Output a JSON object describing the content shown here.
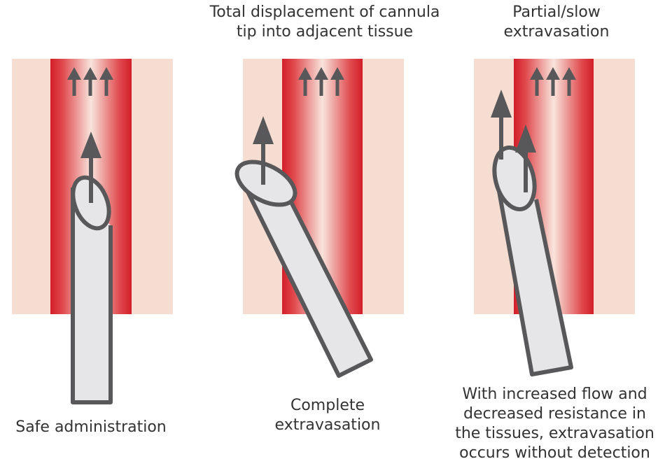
{
  "panels": [
    {
      "id": "safe",
      "top_caption": [],
      "bottom_caption": [
        "Safe administration"
      ]
    },
    {
      "id": "complete",
      "top_caption": [
        "Total displacement of cannula",
        "tip into adjacent tissue"
      ],
      "bottom_caption": [
        "Complete",
        "extravasation"
      ]
    },
    {
      "id": "partial",
      "top_caption": [
        "Partial/slow",
        "extravasation"
      ],
      "bottom_caption": [
        "With increased flow and",
        "decreased resistance in",
        "the tissues, extravasation",
        "occurs without detection"
      ]
    }
  ],
  "colors": {
    "tissue": "#f6ddd2",
    "vessel_edge": "#d21e28",
    "vessel_center": "#f8e4dc",
    "cannula_fill": "#e6e6e8",
    "outline": "#58585a",
    "text": "#333333"
  },
  "icons": {
    "flow_arrow": "arrow-up-icon",
    "cannula": "cannula-icon"
  }
}
